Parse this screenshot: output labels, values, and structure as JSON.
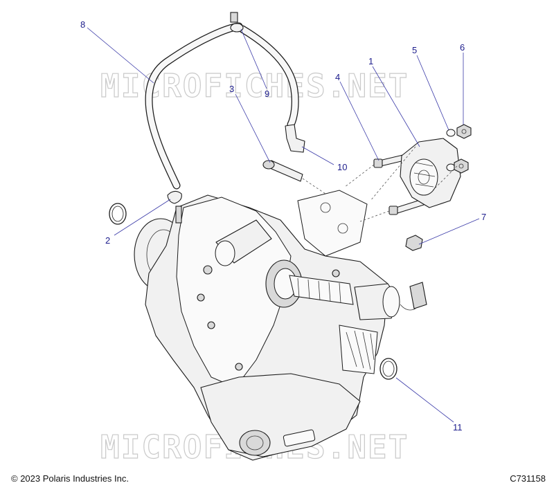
{
  "watermark": "MICROFICHES.NET",
  "copyright": "© 2023 Polaris Industries Inc.",
  "diagram_id": "C731158",
  "callouts": [
    {
      "id": "1",
      "label": "1"
    },
    {
      "id": "2",
      "label": "2"
    },
    {
      "id": "3",
      "label": "3"
    },
    {
      "id": "4",
      "label": "4"
    },
    {
      "id": "5",
      "label": "5"
    },
    {
      "id": "6",
      "label": "6"
    },
    {
      "id": "7",
      "label": "7"
    },
    {
      "id": "8",
      "label": "8"
    },
    {
      "id": "9",
      "label": "9"
    },
    {
      "id": "10",
      "label": "10"
    },
    {
      "id": "11",
      "label": "11"
    }
  ]
}
